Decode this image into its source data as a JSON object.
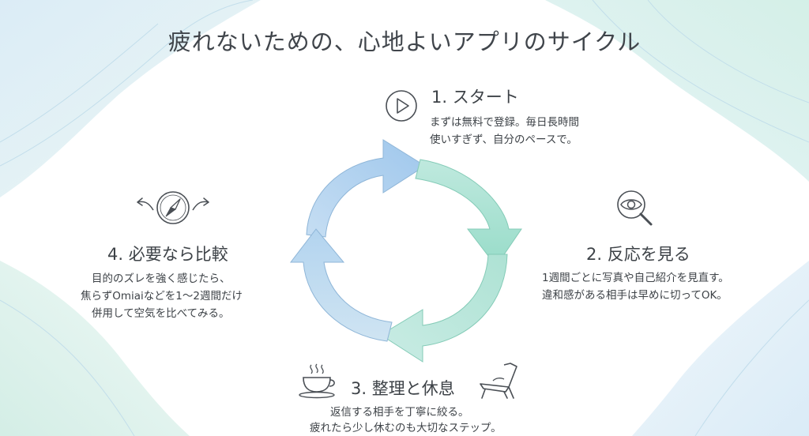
{
  "title": "疲れないための、心地よいアプリのサイクル",
  "steps": [
    {
      "title": "1. スタート",
      "desc": [
        "まずは無料で登録。毎日長時間",
        "使いすぎず、自分のペースで。"
      ],
      "icon": "play-icon"
    },
    {
      "title": "2. 反応を見る",
      "desc": [
        "1週間ごとに写真や自己紹介を見直す。",
        "違和感がある相手は早めに切ってOK。"
      ],
      "icon": "eye-magnifier-icon"
    },
    {
      "title": "3. 整理と休息",
      "desc": [
        "返信する相手を丁寧に絞る。",
        "疲れたら少し休むのも大切なステップ。"
      ],
      "icon": "coffee-cup-icon"
    },
    {
      "title": "4. 必要なら比較",
      "desc": [
        "目的のズレを強く感じたら、",
        "焦らずOmiaiなどを1〜2週間だけ",
        "併用して空気を比べてみる。"
      ],
      "icon": "compass-icon"
    }
  ],
  "colors": {
    "arrow_blue": "#a9cdee",
    "arrow_mint": "#a8e2d2",
    "text": "#3d4247",
    "bg_tint_blue": "#dcecf6",
    "bg_tint_mint": "#d9f1ea"
  }
}
